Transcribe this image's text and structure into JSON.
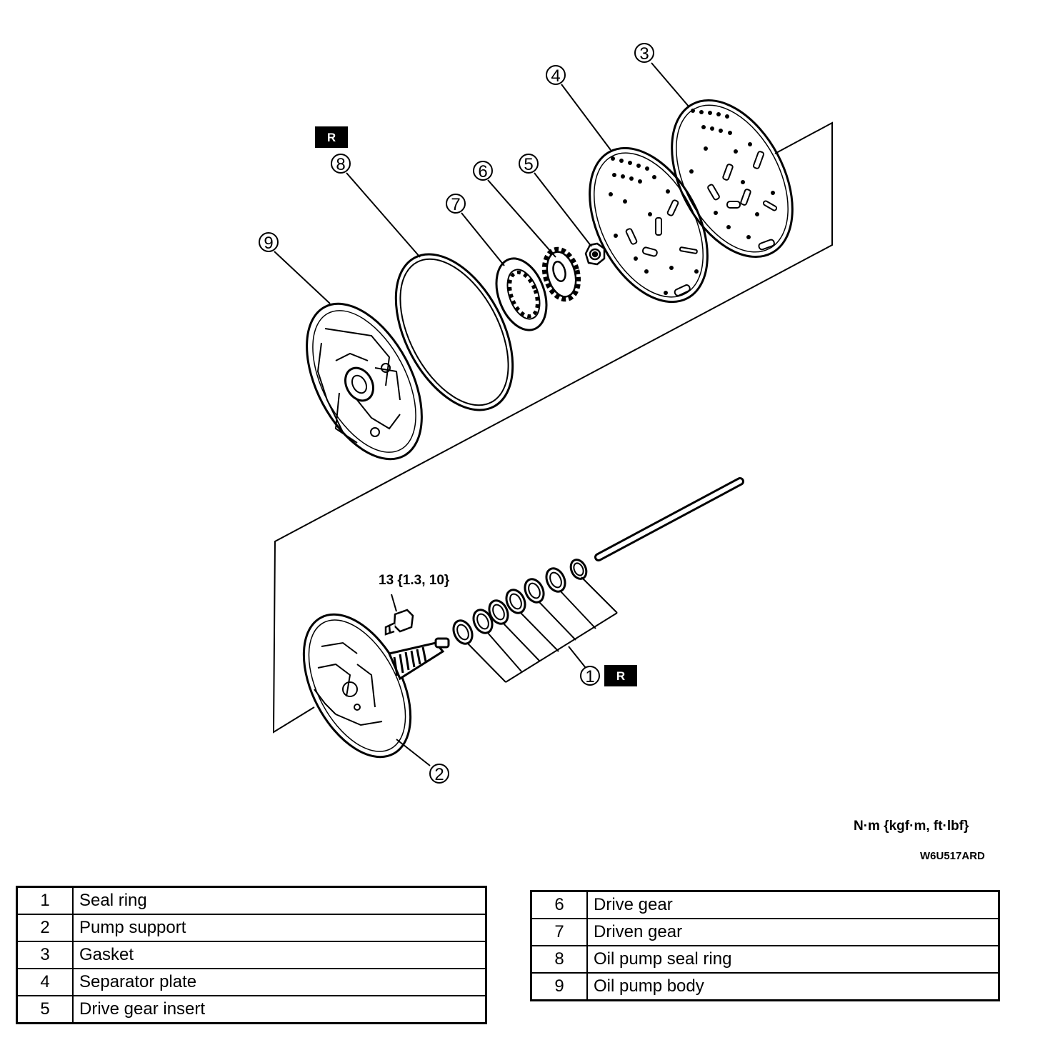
{
  "torque_note": "13 {1.3, 10}",
  "units_label": "N·m {kgf·m, ft·lbf}",
  "figure_code": "W6U517ARD",
  "badge_label": "R",
  "callouts": [
    "1",
    "2",
    "3",
    "4",
    "5",
    "6",
    "7",
    "8",
    "9"
  ],
  "legend_left": [
    {
      "num": "1",
      "name": "Seal ring"
    },
    {
      "num": "2",
      "name": "Pump support"
    },
    {
      "num": "3",
      "name": "Gasket"
    },
    {
      "num": "4",
      "name": "Separator plate"
    },
    {
      "num": "5",
      "name": "Drive gear insert"
    }
  ],
  "legend_right": [
    {
      "num": "6",
      "name": "Drive gear"
    },
    {
      "num": "7",
      "name": "Driven gear"
    },
    {
      "num": "8",
      "name": "Oil pump seal ring"
    },
    {
      "num": "9",
      "name": "Oil pump body"
    }
  ]
}
